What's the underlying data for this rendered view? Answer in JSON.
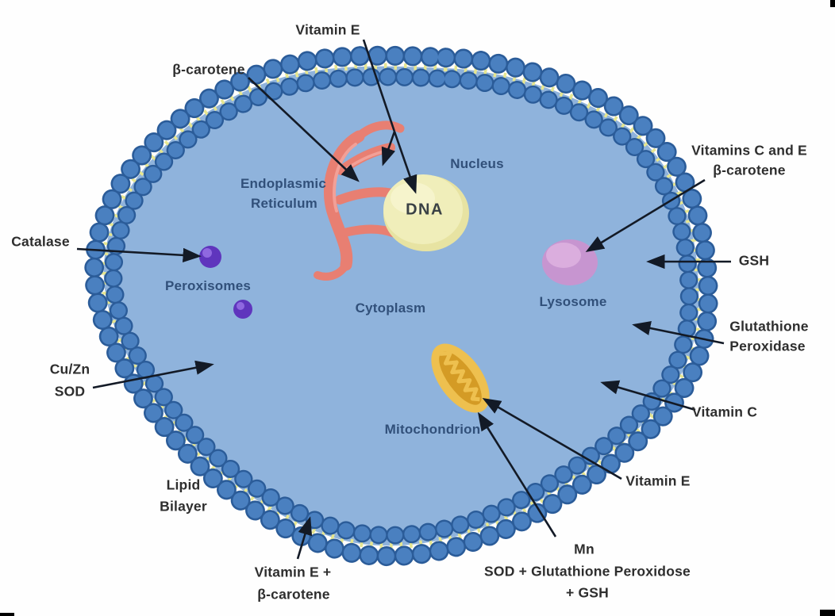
{
  "figure": {
    "organelle_labels": {
      "endoplasmic_reticulum": {
        "line1": "Endoplasmic",
        "line2": "Reticulum"
      },
      "nucleus": "Nucleus",
      "dna": "DNA",
      "cytoplasm": "Cytoplasm",
      "peroxisomes": "Peroxisomes",
      "lysosome": "Lysosome",
      "mitochondrion": "Mitochondrion"
    },
    "annotations": {
      "vitamin_e_top": "Vitamin E",
      "beta_carotene_top": "β-carotene",
      "catalase": "Catalase",
      "cu_zn_sod": {
        "line1": "Cu/Zn",
        "line2": "SOD"
      },
      "lipid_bilayer": {
        "line1": "Lipid",
        "line2": "Bilayer"
      },
      "vitamin_e_beta_carotene_bottom": {
        "line1": "Vitamin E +",
        "line2": "β-carotene"
      },
      "mn_sod_gsh": {
        "line1": "Mn",
        "line2": "SOD + Glutathione Peroxidose",
        "line3": "+ GSH"
      },
      "vitamin_e_right": "Vitamin E",
      "vitamin_c_right": "Vitamin C",
      "glutathione_peroxidase": {
        "line1": "Glutathione",
        "line2": "Peroxidase"
      },
      "gsh": "GSH",
      "vitamins_c_and_e": {
        "line1": "Vitamins C and E",
        "line2": "β-carotene"
      }
    },
    "colors": {
      "cytoplasm": "#8fb3dc",
      "membrane_bead": "#4a80c0",
      "membrane_bead_outline": "#2b5c99",
      "membrane_dash": "#e6e690",
      "nucleus": "#efedb6",
      "endoplasmic_reticulum": "#e87f72",
      "lysosome": "#c795d0",
      "peroxisome": "#5f35bd",
      "mitochondrion_outer": "#eec04f",
      "mitochondrion_inner": "#d49b25",
      "inside_label_text": "#31507a",
      "outside_label_text": "#2e2e2e",
      "arrow": "#131a26"
    }
  }
}
